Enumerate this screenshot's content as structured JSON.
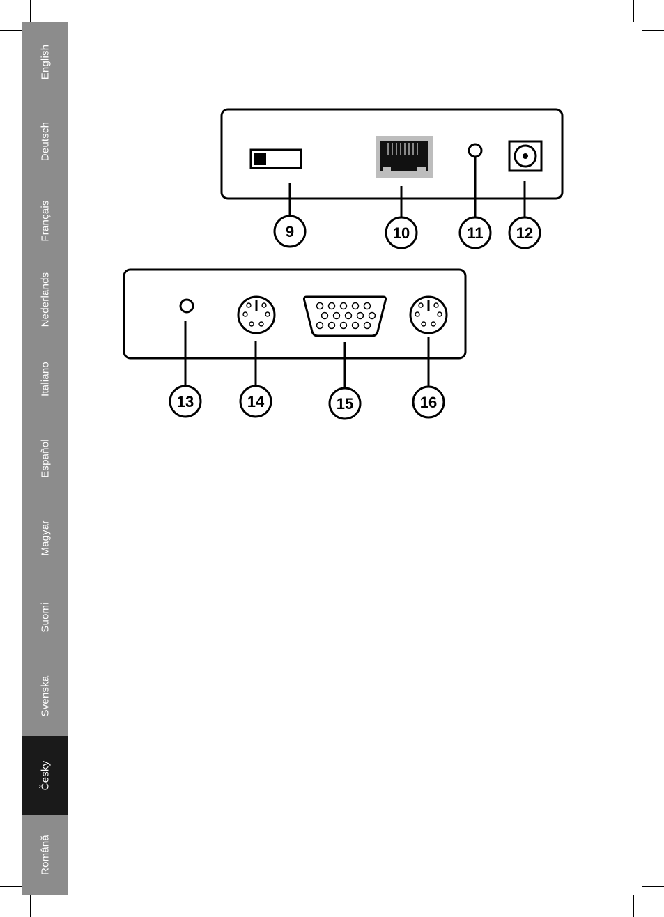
{
  "sidebar": {
    "languages": [
      {
        "label": "English",
        "active": false
      },
      {
        "label": "Deutsch",
        "active": false
      },
      {
        "label": "Français",
        "active": false
      },
      {
        "label": "Nederlands",
        "active": false
      },
      {
        "label": "Italiano",
        "active": false
      },
      {
        "label": "Español",
        "active": false
      },
      {
        "label": "Magyar",
        "active": false
      },
      {
        "label": "Suomi",
        "active": false
      },
      {
        "label": "Svenska",
        "active": false
      },
      {
        "label": "Česky",
        "active": true
      },
      {
        "label": "Română",
        "active": false
      }
    ],
    "inactive_color": "#8c8c8c",
    "active_color": "#1a1a1a"
  },
  "callouts": {
    "c9": "9",
    "c10": "10",
    "c11": "11",
    "c12": "12",
    "c13": "13",
    "c14": "14",
    "c15": "15",
    "c16": "16"
  },
  "icons": {
    "switch": "slide-switch-icon",
    "rj45": "rj45-port-icon",
    "led": "led-indicator-icon",
    "dc": "dc-power-jack-icon",
    "ps2": "ps2-port-icon",
    "vga": "vga-port-icon"
  }
}
